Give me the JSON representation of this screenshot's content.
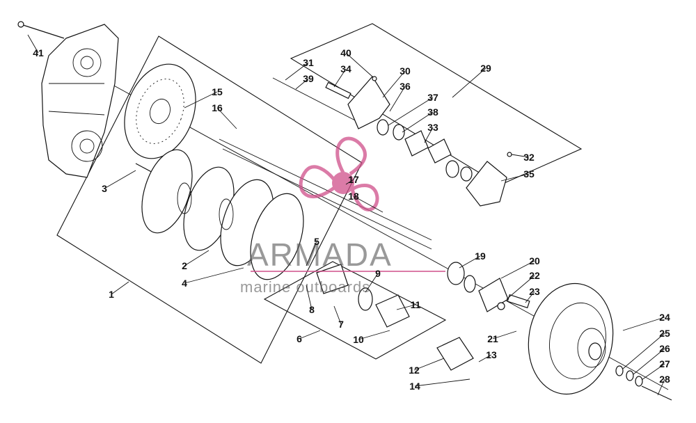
{
  "callouts": [
    "1",
    "2",
    "3",
    "4",
    "5",
    "6",
    "7",
    "8",
    "9",
    "10",
    "11",
    "12",
    "13",
    "14",
    "15",
    "16",
    "17",
    "18",
    "19",
    "20",
    "21",
    "22",
    "23",
    "24",
    "25",
    "26",
    "27",
    "28",
    "29",
    "30",
    "31",
    "32",
    "33",
    "34",
    "35",
    "36",
    "37",
    "38",
    "39",
    "40",
    "41"
  ],
  "watermark": {
    "brand": "ARMADA",
    "tagline": "marine outboards",
    "brand_color": "#c8407a"
  }
}
